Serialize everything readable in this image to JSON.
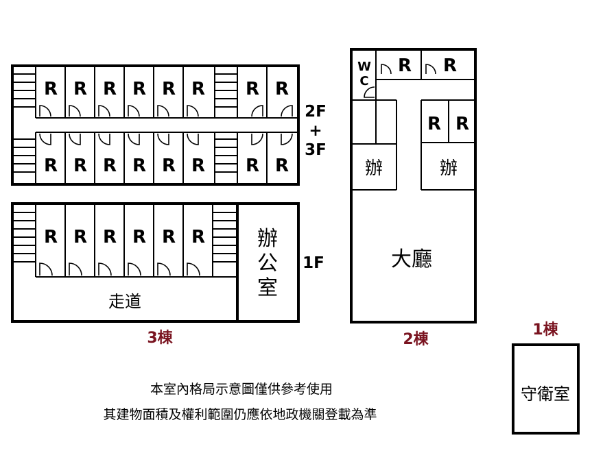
{
  "building3": {
    "name": "3棟",
    "upper_floor_label_top": "2F",
    "upper_floor_label_plus": "+",
    "upper_floor_label_bottom": "3F",
    "upper_rooms_top": [
      "R",
      "R",
      "R",
      "R",
      "R",
      "R",
      "R",
      "R"
    ],
    "upper_rooms_bottom": [
      "R",
      "R",
      "R",
      "R",
      "R",
      "R",
      "R",
      "R"
    ],
    "ground_floor_label": "1F",
    "ground_rooms": [
      "R",
      "R",
      "R",
      "R",
      "R",
      "R"
    ],
    "corridor": "走道",
    "office_lines": [
      "辦",
      "公",
      "室"
    ]
  },
  "building2": {
    "name": "2棟",
    "wc_lines": [
      "W",
      "C"
    ],
    "top_rooms": [
      "R",
      "R"
    ],
    "right_rooms": [
      "R",
      "R"
    ],
    "office_left": "辦",
    "office_right": "辦",
    "lobby": "大廳"
  },
  "building1": {
    "name": "1棟",
    "guard_room": "守衛室"
  },
  "notice": {
    "line1": "本室內格局示意圖僅供參考使用",
    "line2": "其建物面積及權利範圍仍應依地政機關登載為準"
  }
}
